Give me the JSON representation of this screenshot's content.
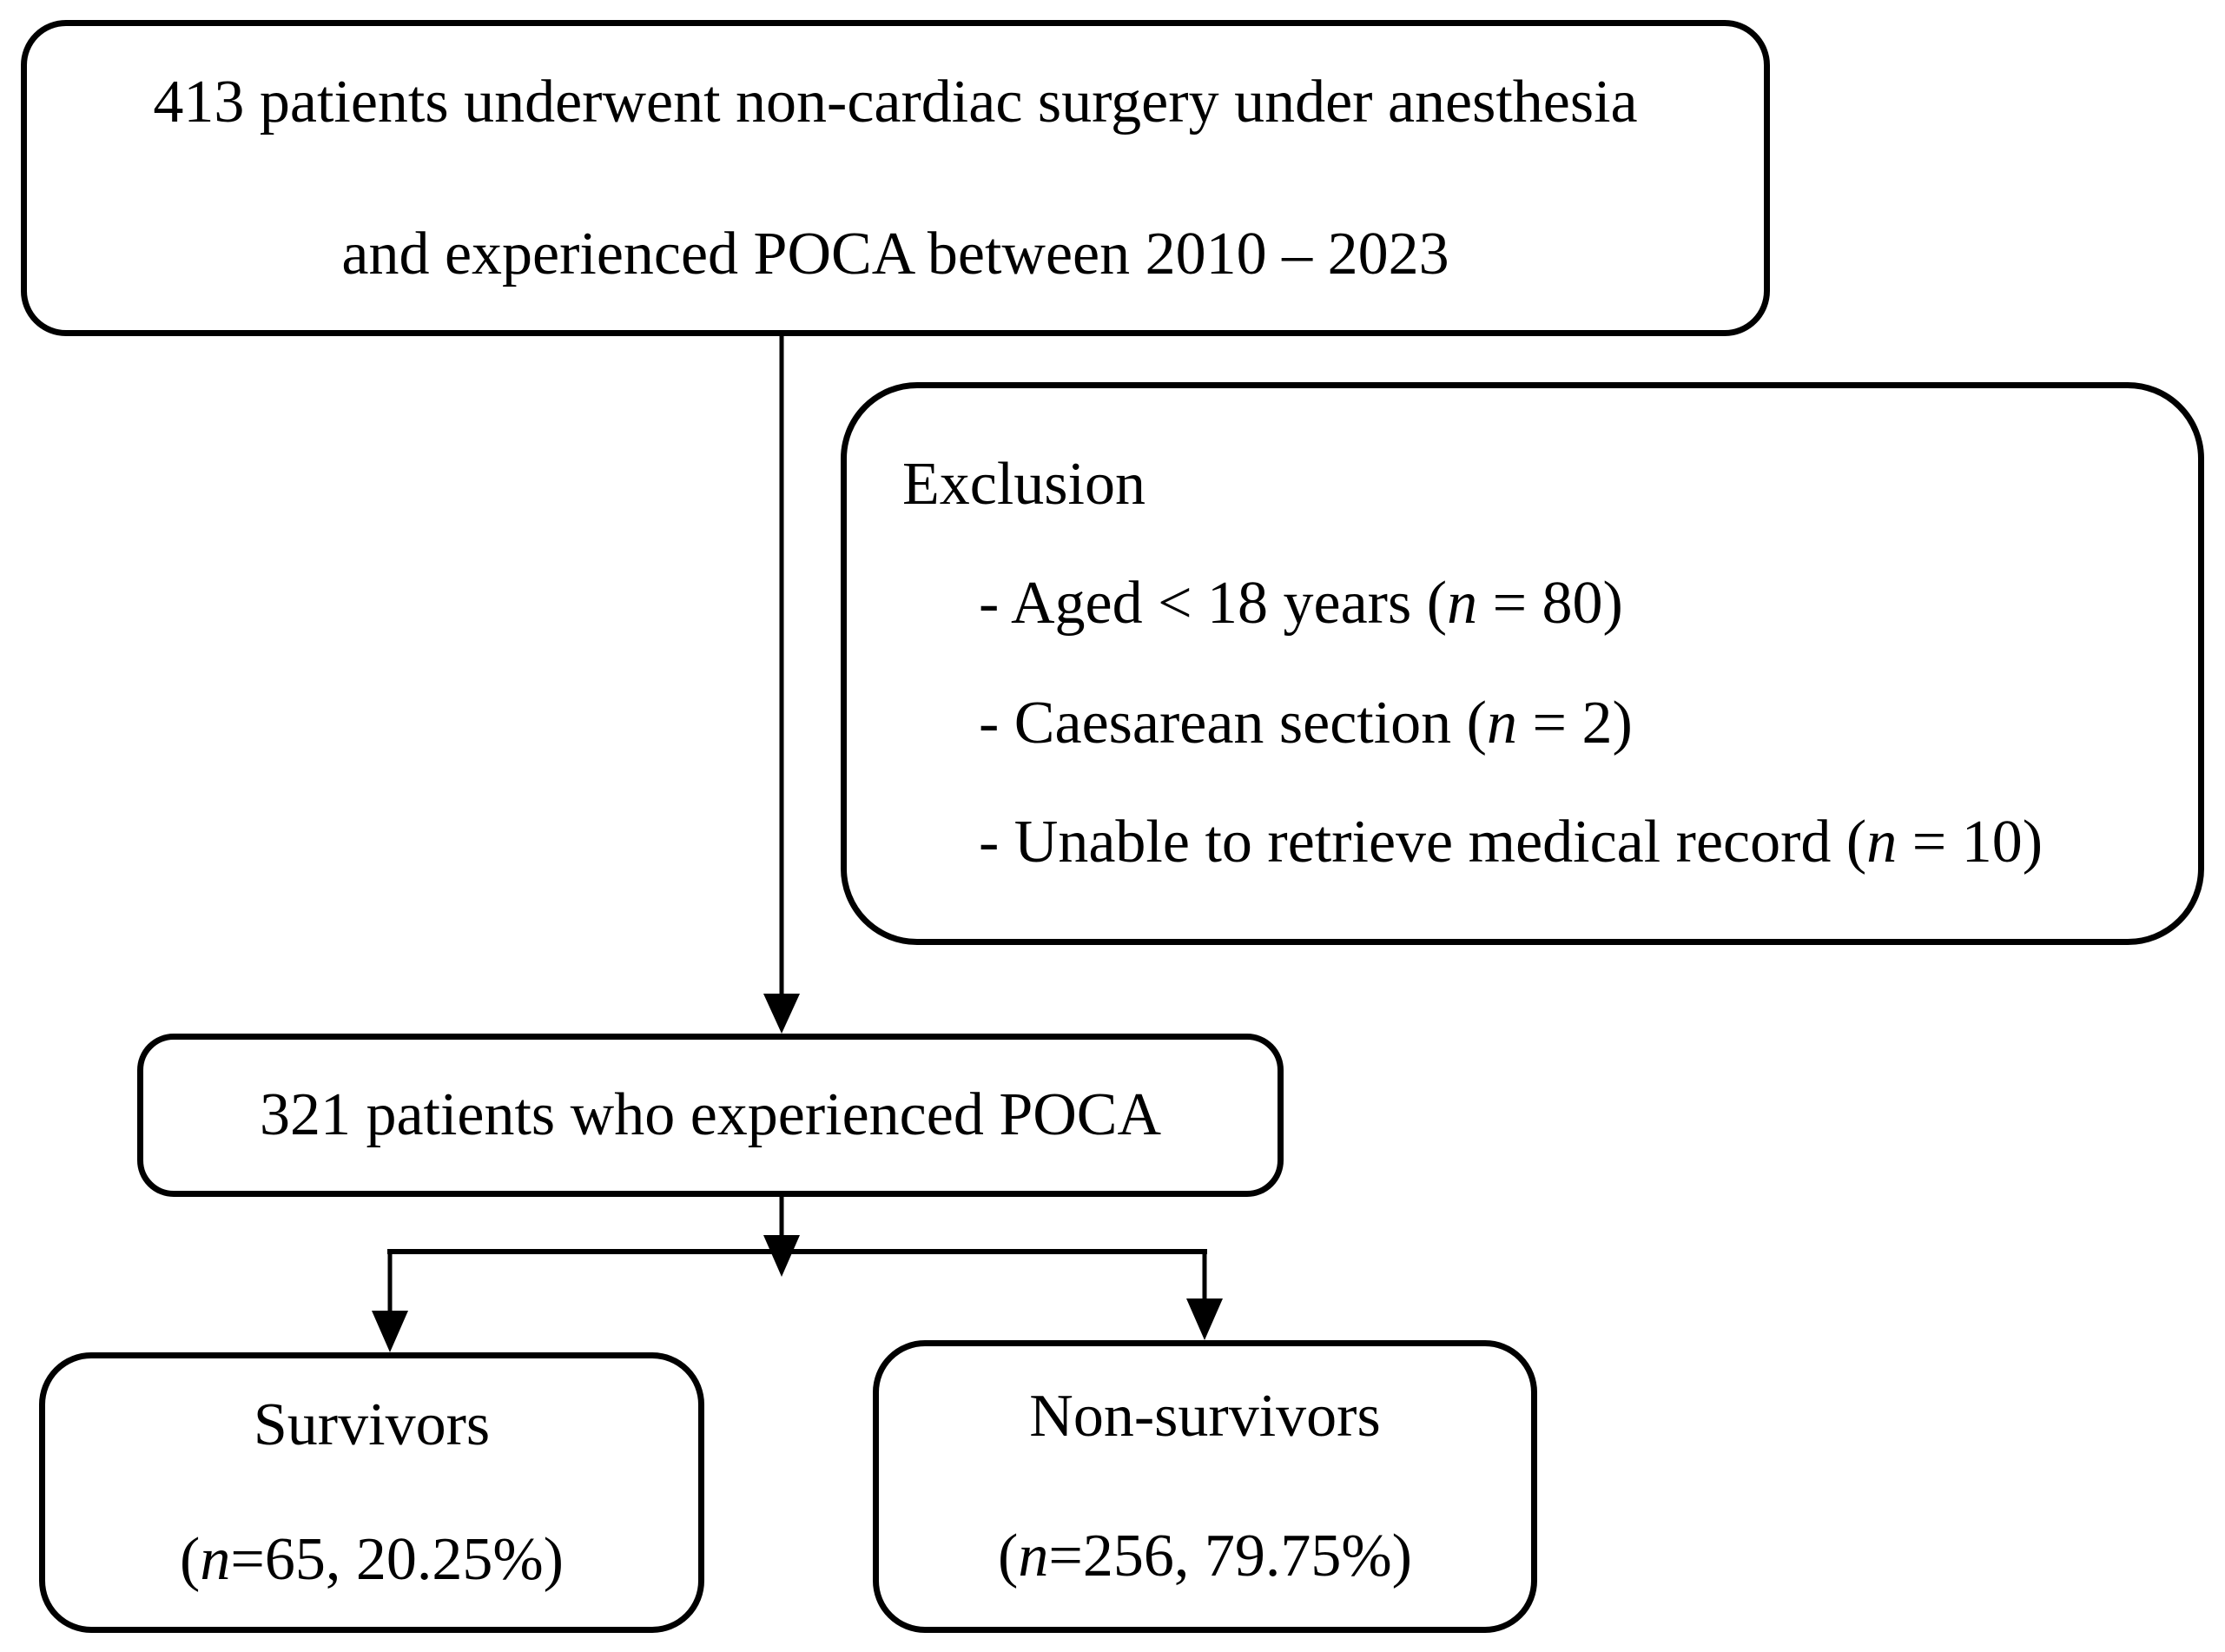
{
  "figure": {
    "ink_color": "#000000",
    "paper_color": "#ffffff"
  },
  "boxes": {
    "enrollment": {
      "line1": "413 patients underwent non-cardiac surgery under anesthesia",
      "line2": "and experienced POCA between 2010 – 2023"
    },
    "exclusion": {
      "title": "Exclusion",
      "items": [
        {
          "pre": "- Aged < 18 years (",
          "var": "n",
          "post": " = 80)"
        },
        {
          "pre": "- Caesarean section (",
          "var": "n",
          "post": " = 2)"
        },
        {
          "pre": "- Unable to retrieve medical record (",
          "var": "n",
          "post": " = 10)"
        }
      ]
    },
    "cohort": {
      "text": "321 patients who experienced POCA"
    },
    "survivors": {
      "title": "Survivors",
      "stat_pre": "(",
      "stat_var": "n",
      "stat_post": "=65, 20.25%)"
    },
    "non_survivors": {
      "title": "Non-survivors",
      "stat_pre": "(",
      "stat_var": "n",
      "stat_post": "=256, 79.75%)"
    }
  }
}
